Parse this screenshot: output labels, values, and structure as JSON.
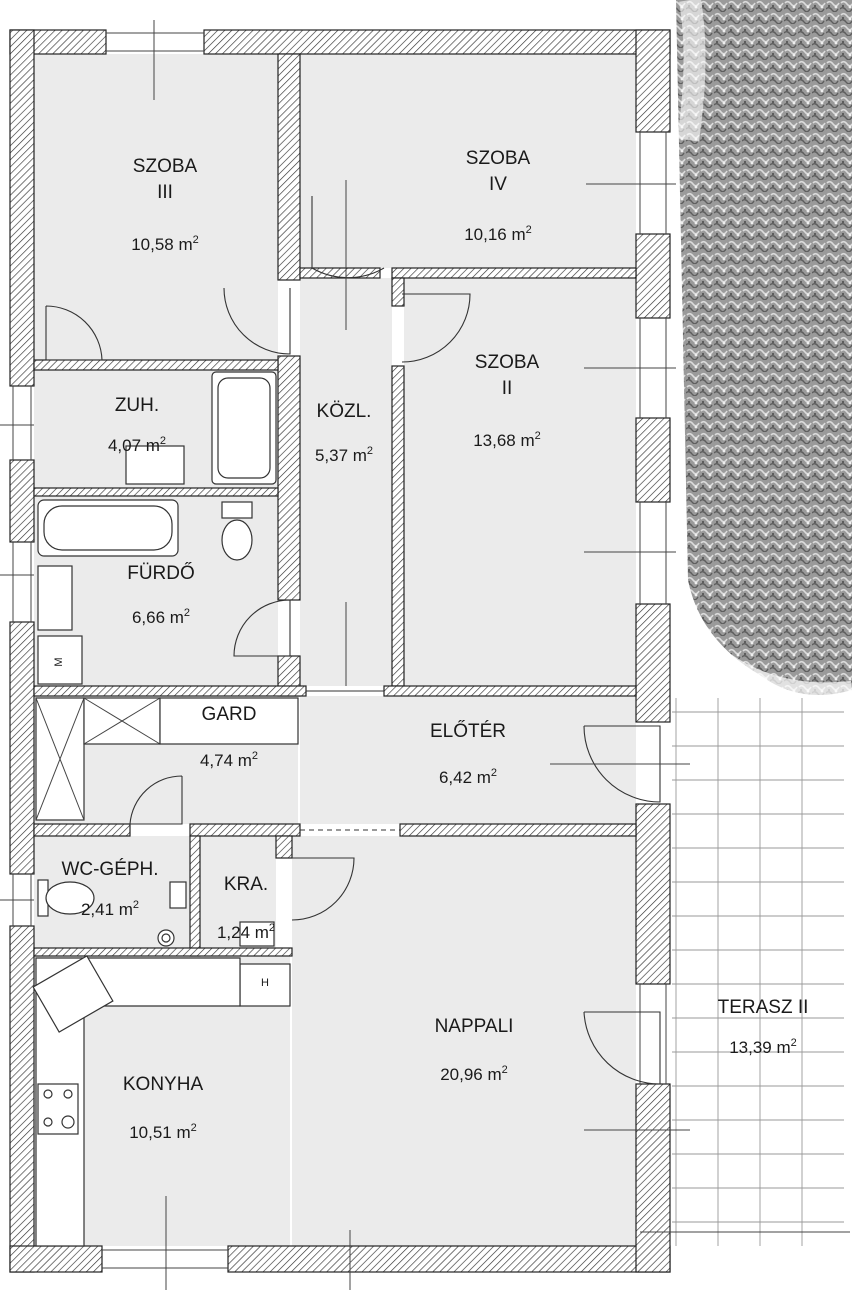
{
  "rooms": [
    {
      "id": "szoba3",
      "name_lines": [
        "SZOBA",
        "III"
      ],
      "area": "10,58 m",
      "sup": "2"
    },
    {
      "id": "szoba4",
      "name_lines": [
        "SZOBA",
        "IV"
      ],
      "area": "10,16 m",
      "sup": "2"
    },
    {
      "id": "szoba2",
      "name_lines": [
        "SZOBA",
        "II"
      ],
      "area": "13,68 m",
      "sup": "2"
    },
    {
      "id": "zuh",
      "name_lines": [
        "ZUH."
      ],
      "area": "4,07 m",
      "sup": "2"
    },
    {
      "id": "kozl",
      "name_lines": [
        "KÖZL."
      ],
      "area": "5,37 m",
      "sup": "2"
    },
    {
      "id": "furdo",
      "name_lines": [
        "FÜRDŐ"
      ],
      "area": "6,66 m",
      "sup": "2"
    },
    {
      "id": "gard",
      "name_lines": [
        "GARD"
      ],
      "area": "4,74 m",
      "sup": "2"
    },
    {
      "id": "eloter",
      "name_lines": [
        "ELŐTÉR"
      ],
      "area": "6,42 m",
      "sup": "2"
    },
    {
      "id": "wc",
      "name_lines": [
        "WC-GÉPH."
      ],
      "area": "2,41 m",
      "sup": "2"
    },
    {
      "id": "kra",
      "name_lines": [
        "KRA."
      ],
      "area": "1,24 m",
      "sup": "2"
    },
    {
      "id": "nappali",
      "name_lines": [
        "NAPPALI"
      ],
      "area": "20,96 m",
      "sup": "2"
    },
    {
      "id": "konyha",
      "name_lines": [
        "KONYHA"
      ],
      "area": "10,51 m",
      "sup": "2"
    },
    {
      "id": "terasz",
      "name_lines": [
        "TERASZ II"
      ],
      "area": "13,39 m",
      "sup": "2"
    }
  ],
  "fixture_labels": {
    "washer": "M",
    "heater": "H"
  },
  "colors": {
    "floor": "#ebebeb",
    "wall_hatch": "#222222",
    "tree": "#8a8a8a",
    "terrace_grid": "#999999"
  }
}
